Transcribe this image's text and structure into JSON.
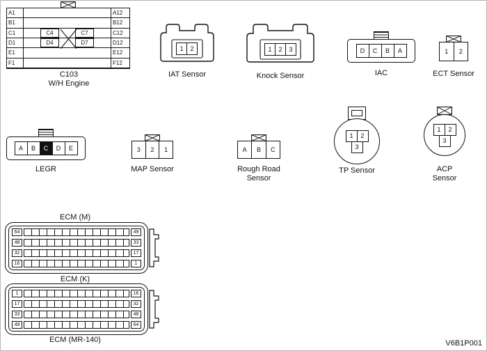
{
  "page": {
    "figure_code": "V6B1P001"
  },
  "c103": {
    "title": "C103",
    "subtitle": "W/H Engine",
    "left_pins": [
      "A1",
      "B1",
      "C1",
      "D1",
      "E1",
      "F1"
    ],
    "right_pins": [
      "A12",
      "B12",
      "C12",
      "D12",
      "E12",
      "F12"
    ],
    "inner_cells": {
      "c_left": "C4",
      "c_right": "C7",
      "d_left": "D4",
      "d_right": "D7"
    }
  },
  "iat": {
    "label": "IAT Sensor",
    "pins": [
      "1",
      "2"
    ]
  },
  "knock": {
    "label": "Knock Sensor",
    "pins": [
      "1",
      "2",
      "3"
    ]
  },
  "iac": {
    "label": "IAC",
    "pins": [
      "D",
      "C",
      "B",
      "A"
    ]
  },
  "ect": {
    "label": "ECT Sensor",
    "pins": [
      "1",
      "2"
    ]
  },
  "legr": {
    "label": "LEGR",
    "pins": [
      "A",
      "B",
      "C",
      "D",
      "E"
    ],
    "filled_pin_index": 2
  },
  "map": {
    "label": "MAP Sensor",
    "pins": [
      "3",
      "2",
      "1"
    ]
  },
  "rough_road": {
    "label_line1": "Rough Road",
    "label_line2": "Sensor",
    "pins": [
      "A",
      "B",
      "C"
    ]
  },
  "tp": {
    "label": "TP Sensor",
    "pins_top": [
      "1",
      "2"
    ],
    "pin_bottom": "3"
  },
  "acp": {
    "label_line1": "ACP",
    "label_line2": "Sensor",
    "pins_top": [
      "1",
      "2"
    ],
    "pin_bottom": "3"
  },
  "ecm_m": {
    "label": "ECM (M)",
    "rows": [
      {
        "left": "64",
        "right": "49"
      },
      {
        "left": "48",
        "right": "33"
      },
      {
        "left": "32",
        "right": "17"
      },
      {
        "left": "16",
        "right": "1"
      }
    ]
  },
  "ecm_k": {
    "label": "ECM (K)"
  },
  "ecm_mr140": {
    "label": "ECM (MR-140)",
    "rows": [
      {
        "left": "1",
        "right": "16"
      },
      {
        "left": "17",
        "right": "32"
      },
      {
        "left": "33",
        "right": "48"
      },
      {
        "left": "49",
        "right": "64"
      }
    ]
  }
}
